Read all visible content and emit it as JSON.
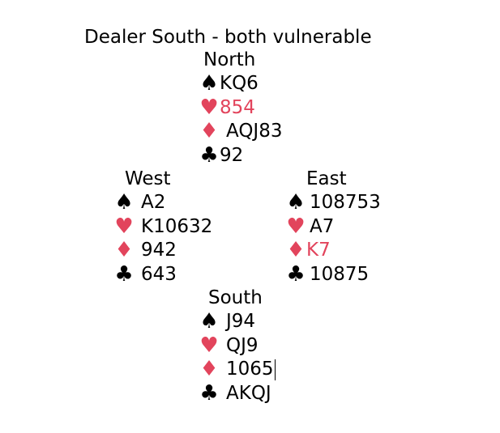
{
  "title": "Dealer South - both vulnerable",
  "colors": {
    "red_suit": "#e2445c",
    "black_suit": "#000000"
  },
  "suit_glyphs": {
    "spades": "♠",
    "hearts": "♥",
    "diamonds": "♦",
    "clubs": "♣"
  },
  "north": {
    "label": "North",
    "spades": "KQ6",
    "hearts": "854",
    "diamonds": "AQJ83",
    "clubs": "92"
  },
  "west": {
    "label": "West",
    "spades": "A2",
    "hearts": "K10632",
    "diamonds": "942",
    "clubs": "643"
  },
  "east": {
    "label": "East",
    "spades": "108753",
    "hearts": "A7",
    "diamonds": "K7",
    "clubs": "10875"
  },
  "south": {
    "label": "South",
    "spades": "J94",
    "hearts": "QJ9",
    "diamonds": "1065",
    "clubs": "AKQJ"
  }
}
